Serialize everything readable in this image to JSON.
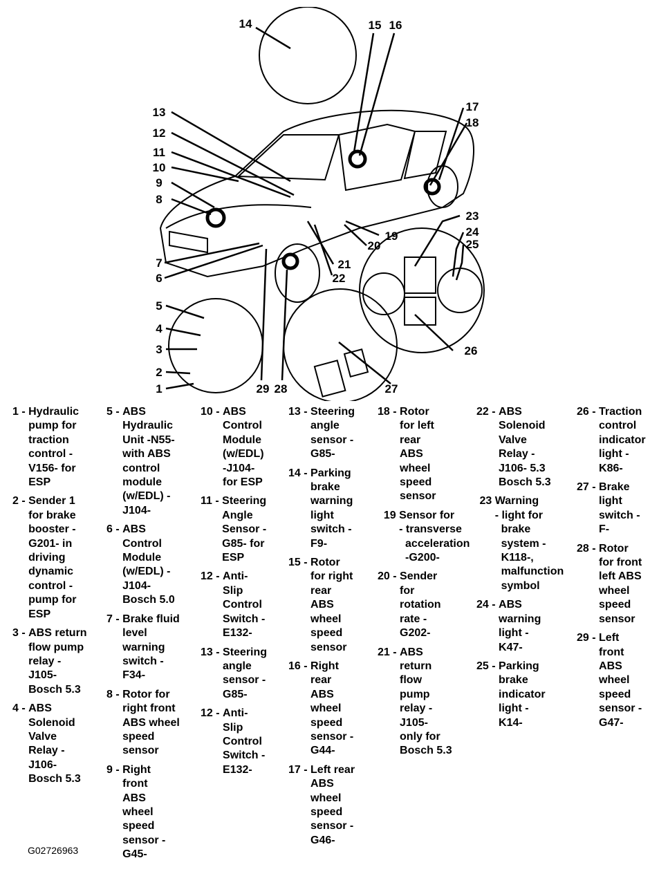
{
  "callouts": [
    "14",
    "15",
    "16",
    "13",
    "17",
    "12",
    "18",
    "11",
    "10",
    "9",
    "8",
    "23",
    "24",
    "25",
    "7",
    "19",
    "20",
    "21",
    "6",
    "22",
    "5",
    "4",
    "3",
    "26",
    "2",
    "1",
    "29",
    "28",
    "27"
  ],
  "legend": {
    "col1": [
      {
        "num": "1 - ",
        "text": "Hydraulic\npump for\ntraction\ncontrol -\nV156- for\nESP"
      },
      {
        "num": "2 - ",
        "text": "Sender 1\nfor brake\nbooster -\nG201- in\ndriving\ndynamic\ncontrol -\npump for\nESP"
      },
      {
        "num": "3 - ",
        "text": "ABS return\nflow pump\nrelay -\nJ105-\nBosch 5.3"
      },
      {
        "num": "4 - ",
        "text": "ABS\nSolenoid\nValve\nRelay -\nJ106-\nBosch 5.3"
      }
    ],
    "col2": [
      {
        "num": "5 - ",
        "text": "ABS\nHydraulic\nUnit -N55-\nwith ABS\ncontrol\nmodule\n(w/EDL) -\nJ104-"
      },
      {
        "num": "6 - ",
        "text": "ABS\nControl\nModule\n(w/EDL) -\nJ104-\nBosch 5.0"
      },
      {
        "num": "7 - ",
        "text": "Brake fluid\nlevel\nwarning\nswitch -\nF34-"
      },
      {
        "num": "8 - ",
        "text": "Rotor for\nright front\nABS wheel\nspeed\nsensor"
      },
      {
        "num": "9 - ",
        "text": "Right\nfront\nABS\nwheel\nspeed\nsensor -\nG45-"
      }
    ],
    "col3": [
      {
        "num": "10 - ",
        "text": "ABS\nControl\nModule\n(w/EDL)\n-J104-\nfor ESP"
      },
      {
        "num": "11 - ",
        "text": "Steering\nAngle\nSensor -\nG85- for\nESP"
      },
      {
        "num": "12 - ",
        "text": "Anti-\nSlip\nControl\nSwitch -\nE132-"
      },
      {
        "num": "13 - ",
        "text": "Steering\nangle\nsensor -\nG85-"
      },
      {
        "num": "12 - ",
        "text": "Anti-\nSlip\nControl\nSwitch -\nE132-"
      }
    ],
    "col4": [
      {
        "num": "13 - ",
        "text": "Steering\nangle\nsensor -\nG85-"
      },
      {
        "num": "14 - ",
        "text": "Parking\nbrake\nwarning\nlight\nswitch -\nF9-"
      },
      {
        "num": "15 - ",
        "text": "Rotor\nfor right\nrear\nABS\nwheel\nspeed\nsensor"
      },
      {
        "num": "16 - ",
        "text": "Right\nrear\nABS\nwheel\nspeed\nsensor -\nG44-"
      },
      {
        "num": "17 - ",
        "text": "Left rear\nABS\nwheel\nspeed\nsensor -\nG46-"
      }
    ],
    "col5": [
      {
        "num": "18 - ",
        "text": "Rotor\nfor left\nrear\nABS\nwheel\nspeed\nsensor"
      },
      {
        "num": "  19 ",
        "text": "Sensor for\n- transverse\n  acceleration\n  -G200-"
      },
      {
        "num": "20 - ",
        "text": "Sender\nfor\nrotation\nrate -\nG202-"
      },
      {
        "num": "21 - ",
        "text": "ABS\nreturn\nflow\npump\nrelay -\nJ105-\nonly for\nBosch 5.3"
      }
    ],
    "col6": [
      {
        "num": "22 - ",
        "text": "ABS\nSolenoid\nValve\nRelay -\nJ106- 5.3\nBosch 5.3"
      },
      {
        "num": " 23 ",
        "text": "Warning\n- light for\n  brake\n  system -\n  K118-,\n  malfunction\n  symbol"
      },
      {
        "num": "24 - ",
        "text": "ABS\nwarning\nlight -\nK47-"
      },
      {
        "num": "25 - ",
        "text": "Parking\nbrake\nindicator\nlight -\nK14-"
      }
    ],
    "col7": [
      {
        "num": "26 - ",
        "text": "Traction\ncontrol\nindicator\nlight -\nK86-"
      },
      {
        "num": "27 - ",
        "text": "Brake\nlight\nswitch -\nF-"
      },
      {
        "num": "28 - ",
        "text": "Rotor\nfor front\nleft ABS\nwheel\nspeed\nsensor"
      },
      {
        "num": "29 - ",
        "text": "Left\nfront\nABS\nwheel\nspeed\nsensor -\nG47-"
      }
    ]
  },
  "image_code": "G02726963"
}
